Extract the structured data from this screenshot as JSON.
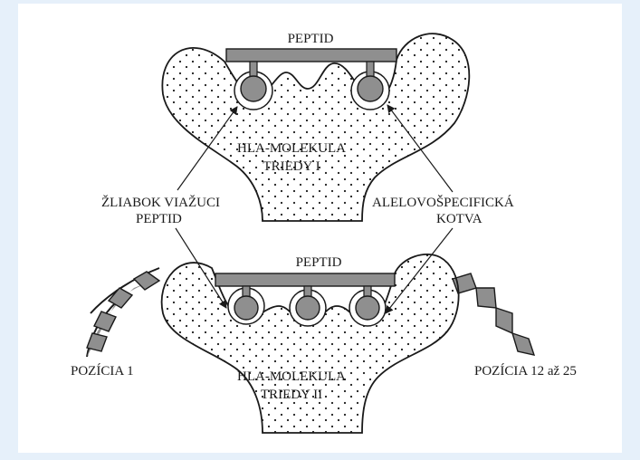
{
  "diagram": {
    "class1": {
      "peptide_label": "PEPTID",
      "molecule_line1": "HLA-MOLEKULA",
      "molecule_line2": "TRIEDY I"
    },
    "class2": {
      "peptide_label": "PEPTID",
      "molecule_line1": "HLA-MOLEKULA",
      "molecule_line2": "TRIEDY II",
      "position_left": "POZÍCIA 1",
      "position_right": "POZÍCIA 12 až 25"
    },
    "groove_label_line1": "ŽLIABOK VIAŽUCI",
    "groove_label_line2": "PEPTID",
    "anchor_label_line1": "ALELOVOŠPECIFICKÁ",
    "anchor_label_line2": "KOTVA",
    "colors": {
      "background": "#e6f0fa",
      "paper": "#ffffff",
      "peptide": "#8f8f8f",
      "ink": "#1a1a1a"
    }
  }
}
